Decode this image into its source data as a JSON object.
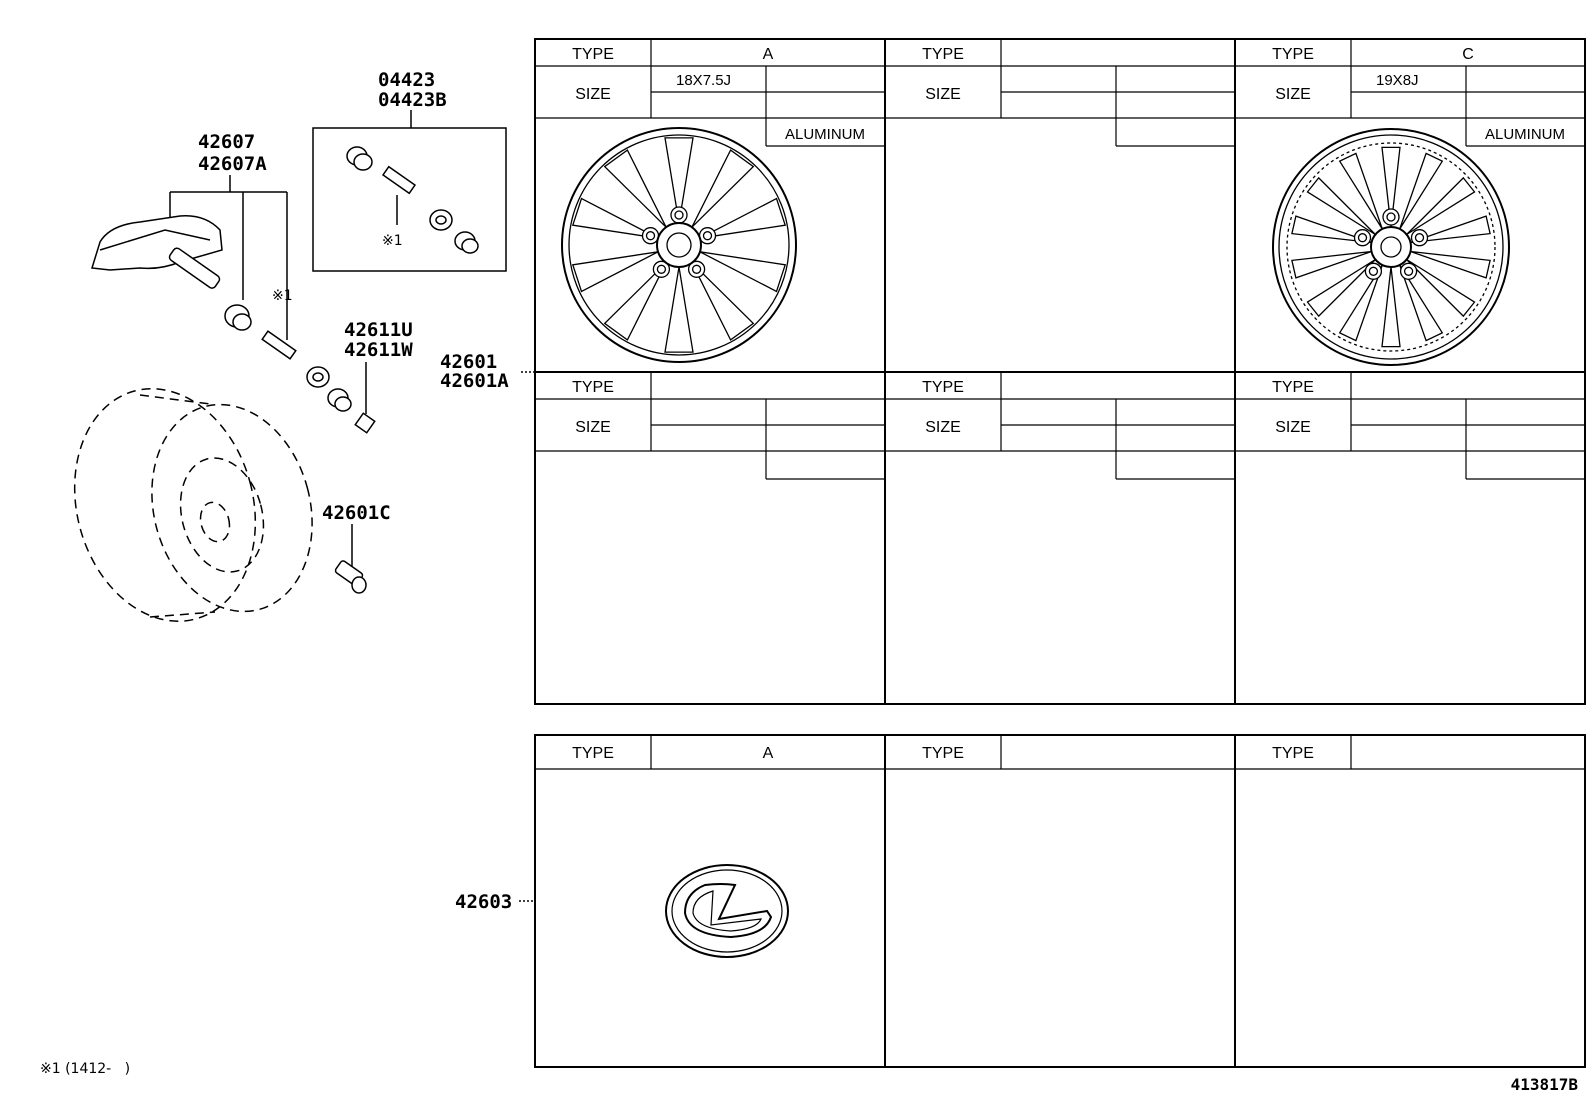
{
  "parts": {
    "valve_kit_1": "04423",
    "valve_kit_2": "04423B",
    "sensor_1": "42607",
    "sensor_2": "42607A",
    "cap_1": "42611U",
    "cap_2": "42611W",
    "wheel_1": "42601",
    "wheel_2": "42601A",
    "wheel_c": "42601C",
    "ornament": "42603"
  },
  "marks": {
    "ref_mark": "※1",
    "footnote": "※1 (1412-   )"
  },
  "wheel_table": {
    "type_label": "TYPE",
    "size_label": "SIZE",
    "cells": [
      {
        "type": "A",
        "size": "18X7.5J",
        "material": "ALUMINUM"
      },
      {
        "type": "",
        "size": "",
        "material": ""
      },
      {
        "type": "C",
        "size": "19X8J",
        "material": "ALUMINUM"
      },
      {
        "type": "",
        "size": "",
        "material": ""
      },
      {
        "type": "",
        "size": "",
        "material": ""
      },
      {
        "type": "",
        "size": "",
        "material": ""
      }
    ]
  },
  "ornament_table": {
    "type_label": "TYPE",
    "cells": [
      {
        "type": "A"
      },
      {
        "type": ""
      },
      {
        "type": ""
      }
    ]
  },
  "figure_id": "413817B"
}
